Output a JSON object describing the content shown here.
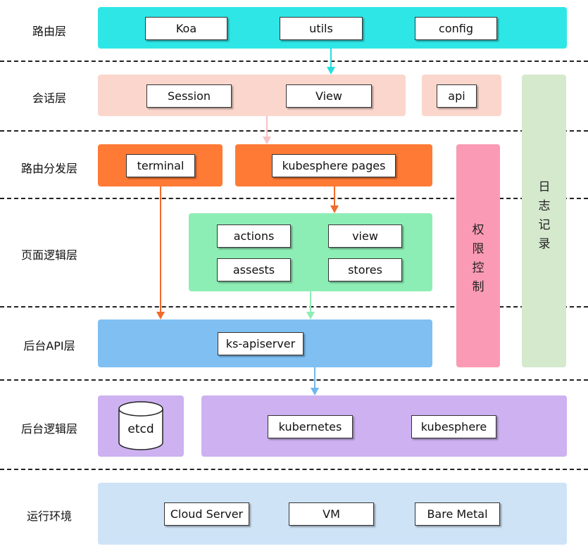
{
  "layers": {
    "routing": "路由层",
    "session": "会话层",
    "dispatch": "路由分发层",
    "page_logic": "页面逻辑层",
    "backend_api": "后台API层",
    "backend_logic": "后台逻辑层",
    "runtime": "运行环境"
  },
  "routing": {
    "koa": "Koa",
    "utils": "utils",
    "config": "config"
  },
  "session": {
    "session": "Session",
    "view": "View",
    "api": "api"
  },
  "dispatch": {
    "terminal": "terminal",
    "pages": "kubesphere pages"
  },
  "page_logic": {
    "actions": "actions",
    "view": "view",
    "assests": "assests",
    "stores": "stores"
  },
  "backend_api": {
    "apiserver": "ks-apiserver"
  },
  "backend_logic": {
    "etcd": "etcd",
    "kubernetes": "kubernetes",
    "kubesphere": "kubesphere"
  },
  "runtime": {
    "cloud": "Cloud Server",
    "vm": "VM",
    "bare": "Bare Metal"
  },
  "side": {
    "permission": "权限控制",
    "logging": "日志记录"
  },
  "colors": {
    "routing": "#2fe6e6",
    "session": "#fbd6cc",
    "dispatch": "#ff7a35",
    "page_logic": "#8deeb5",
    "backend_api": "#7fbff2",
    "backend_logic": "#cdb1f1",
    "runtime": "#cfe3f7",
    "permission": "#fb9ab4",
    "logging": "#d5e9cd"
  }
}
